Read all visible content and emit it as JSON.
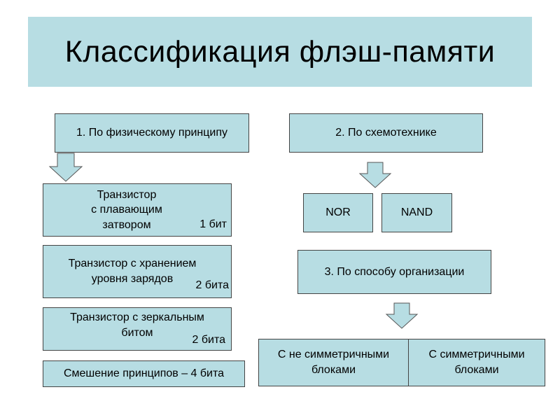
{
  "title": "Классификация флэш-памяти",
  "colors": {
    "box_fill": "#b7dde3",
    "arrow_fill": "#b7dde3",
    "border": "#444444"
  },
  "left": {
    "header": "1. По физическому принципу",
    "items": [
      {
        "label": "Транзистор\nс плавающим\nзатвором",
        "bits": "1 бит"
      },
      {
        "label": "Транзистор с хранением\nуровня зарядов",
        "bits": "2 бита"
      },
      {
        "label": "Транзистор с зеркальным\nбитом",
        "bits": "2 бита"
      },
      {
        "label": "Смешение принципов – 4 бита"
      }
    ]
  },
  "right": {
    "header": "2. По схемотехнике",
    "types": [
      "NOR",
      "NAND"
    ],
    "org_header": "3. По способу организации",
    "org_items": [
      "С не симметричными\nблоками",
      "С  симметричными\nблоками"
    ]
  }
}
